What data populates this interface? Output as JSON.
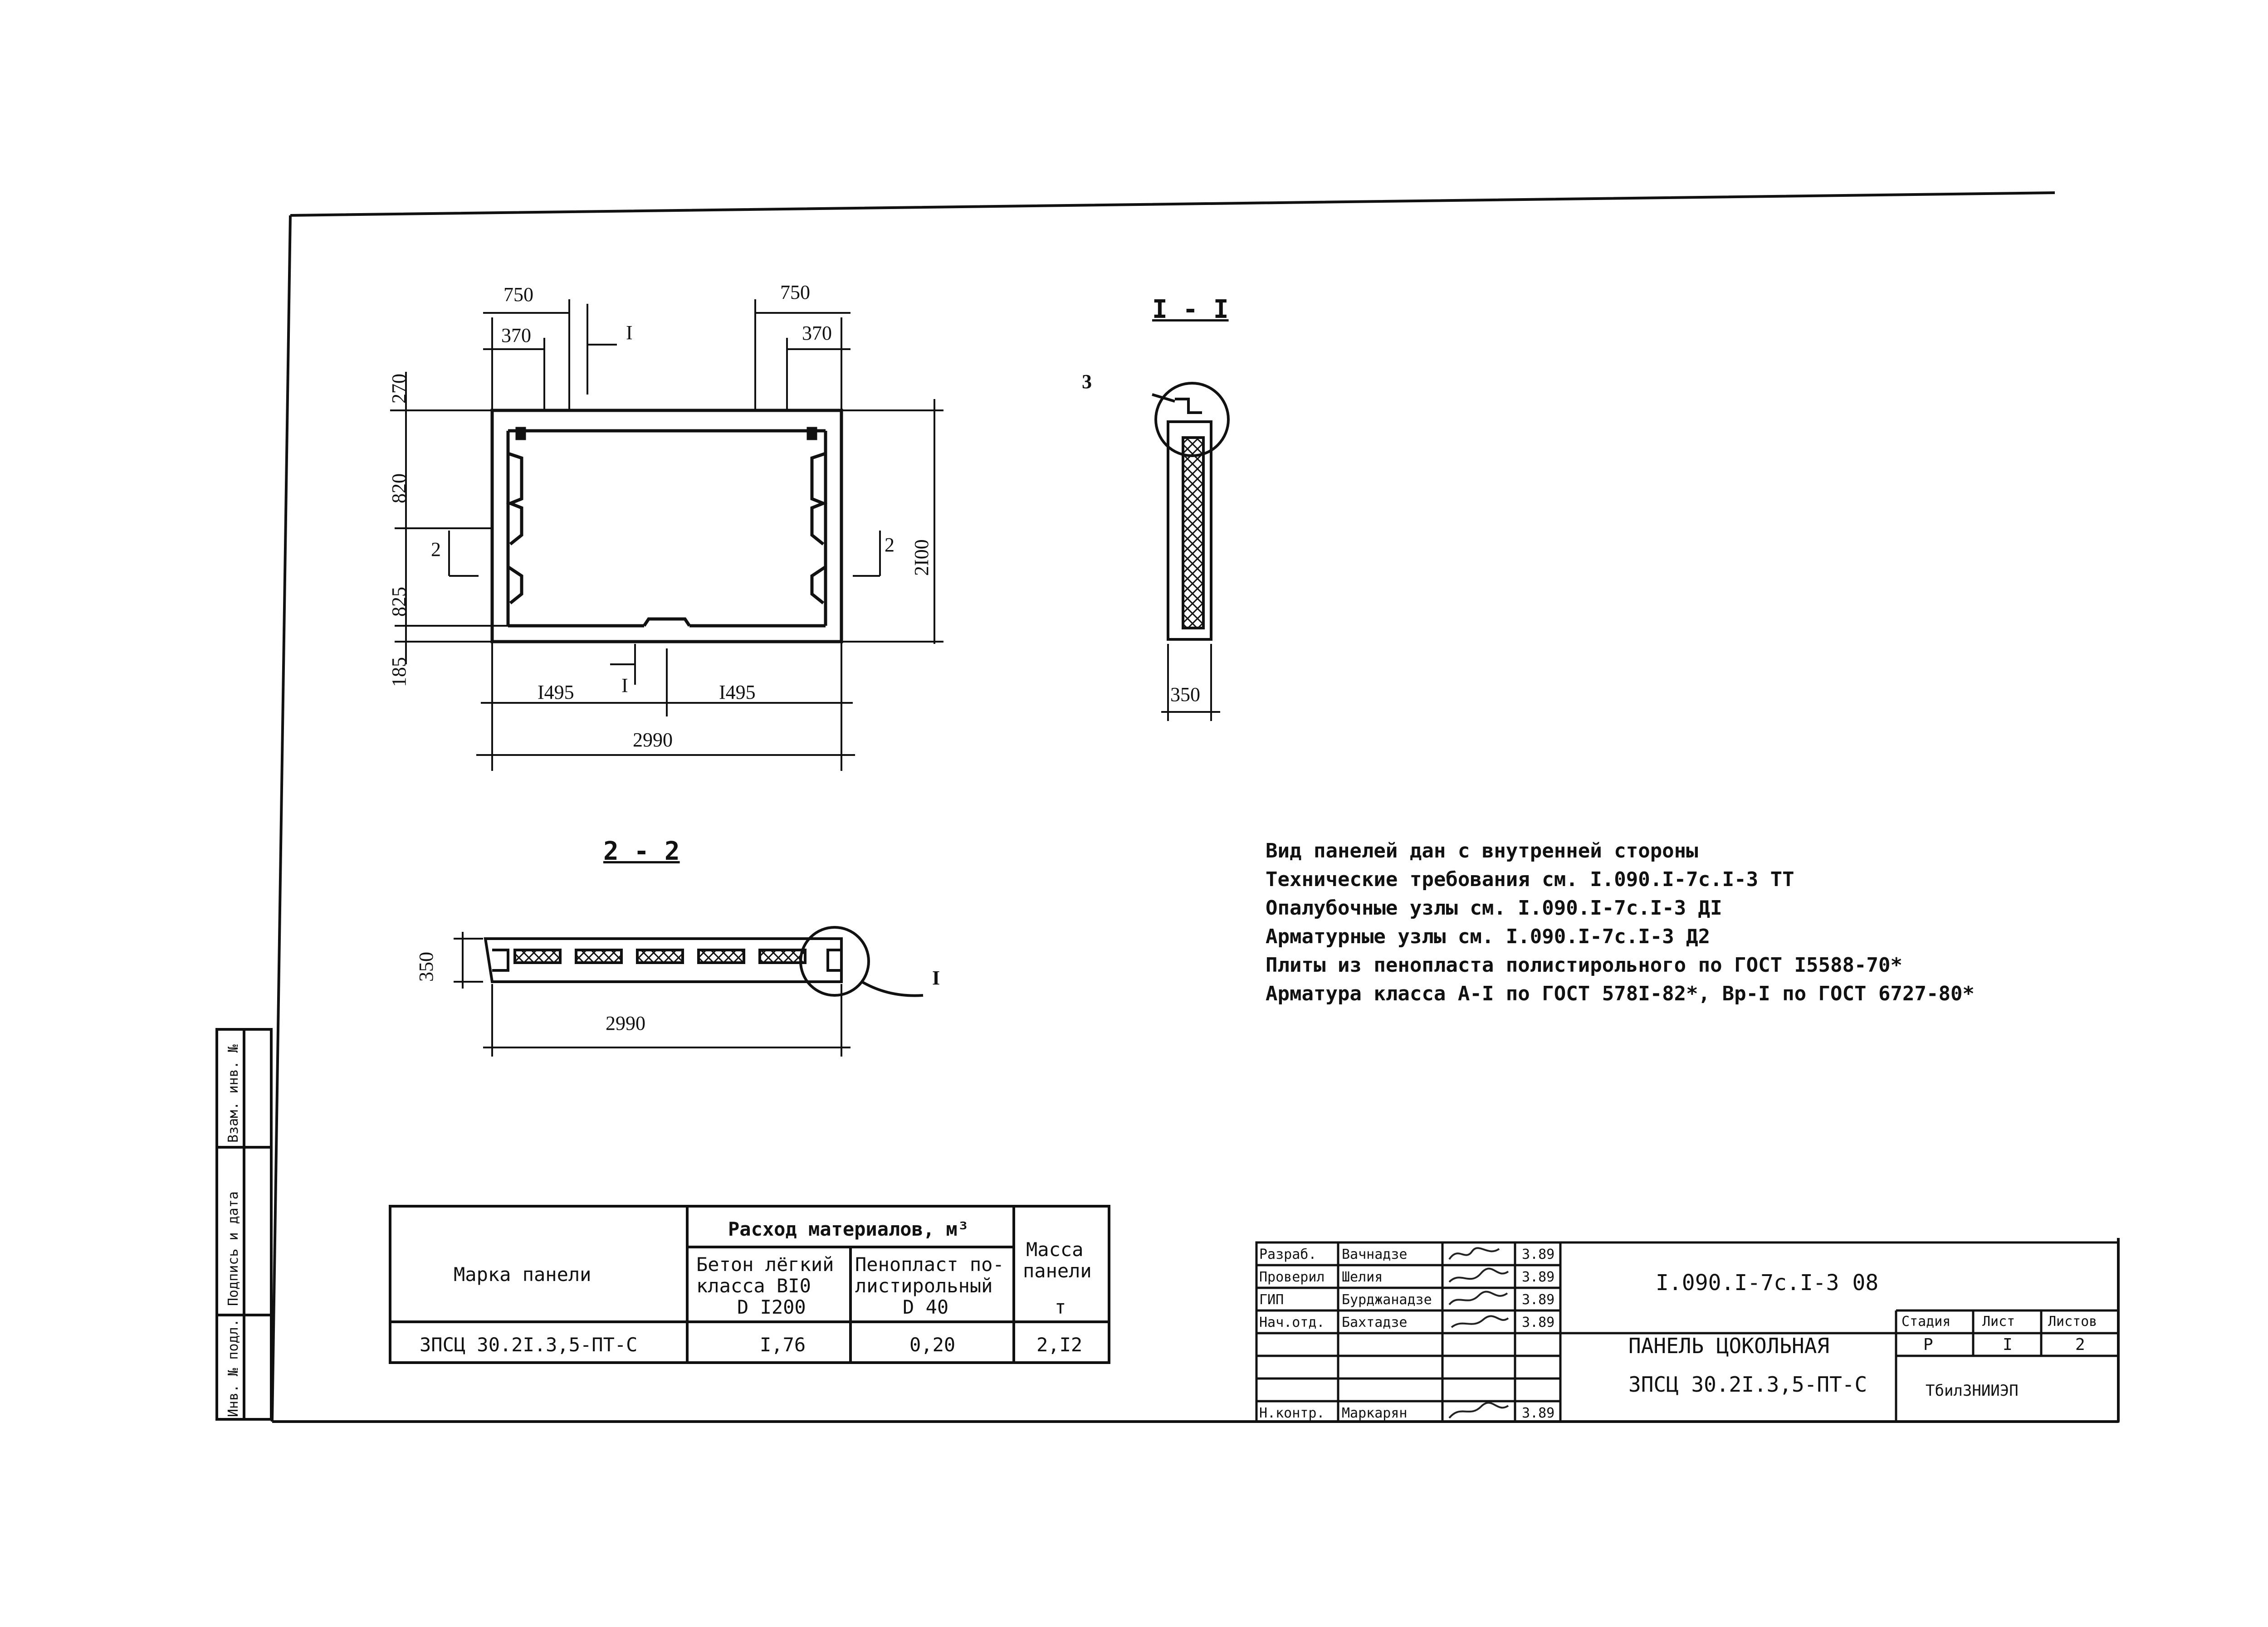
{
  "drawing": {
    "plan_dims": {
      "top_left_750": "750",
      "top_right_750": "750",
      "top_left_370": "370",
      "top_right_370": "370",
      "left_270": "270",
      "left_820": "820",
      "left_825": "825",
      "left_185": "185",
      "right_2100": "2I00",
      "bottom_1495_left": "I495",
      "bottom_1495_right": "I495",
      "bottom_2990": "2990"
    },
    "section_marks": {
      "cut_1_top": "I",
      "cut_1_bottom": "I",
      "cut_2_left": "2",
      "cut_2_right": "2"
    },
    "section_1_1": {
      "title": "I - I",
      "callout": "3",
      "width_dim": "350"
    },
    "section_2_2": {
      "title": "2 - 2",
      "height_dim": "350",
      "length_dim": "2990",
      "callout": "I"
    }
  },
  "notes": [
    "Вид панелей дан с внутренней стороны",
    "Технические требования см. I.090.I-7с.I-3 ТТ",
    "Опалубочные узлы см. I.090.I-7с.I-3 ДI",
    "Арматурные узлы см. I.090.I-7с.I-3 Д2",
    "Плиты из пенопласта полистирольного по ГОСТ I5588-70*",
    "Арматура класса А-I по ГОСТ 578I-82*, Вр-I по ГОСТ 6727-80*"
  ],
  "materials_table": {
    "col_mark": "Марка панели",
    "col_consumption": "Расход материалов, м³",
    "col_concrete": [
      "Бетон лёгкий",
      "класса   ВI0",
      "D I200"
    ],
    "col_foam": [
      "Пенопласт по-",
      "листирольный",
      "D 40"
    ],
    "col_mass": [
      "Масса",
      "панели",
      "т"
    ],
    "row": {
      "mark": "3ПСЦ 30.2I.3,5-ПТ-С",
      "concrete": "I,76",
      "foam": "0,20",
      "mass": "2,I2"
    }
  },
  "side_stamp": [
    "Взам. инв. №",
    "Подпись и дата",
    "Инв. № подл."
  ],
  "title_block": {
    "roles": [
      "Разраб.",
      "Проверил",
      "ГИП",
      "Нач.отд.",
      "",
      "",
      "Н.контр."
    ],
    "names": [
      "Вачнадзе",
      "Шелия",
      "Бурджанадзе",
      "Бахтадзе",
      "",
      "",
      "Маркарян"
    ],
    "dates": [
      "3.89",
      "3.89",
      "3.89",
      "3.89",
      "",
      "",
      "3.89"
    ],
    "doc_code": "I.090.I-7с.I-3 08",
    "title_line1": "ПАНЕЛЬ ЦОКОЛЬНАЯ",
    "title_line2": "3ПСЦ 30.2I.3,5-ПТ-С",
    "stage_hdr": "Стадия",
    "sheet_hdr": "Лист",
    "sheets_hdr": "Листов",
    "stage": "Р",
    "sheet": "I",
    "sheets": "2",
    "org": "ТбилЗНИИЭП"
  }
}
